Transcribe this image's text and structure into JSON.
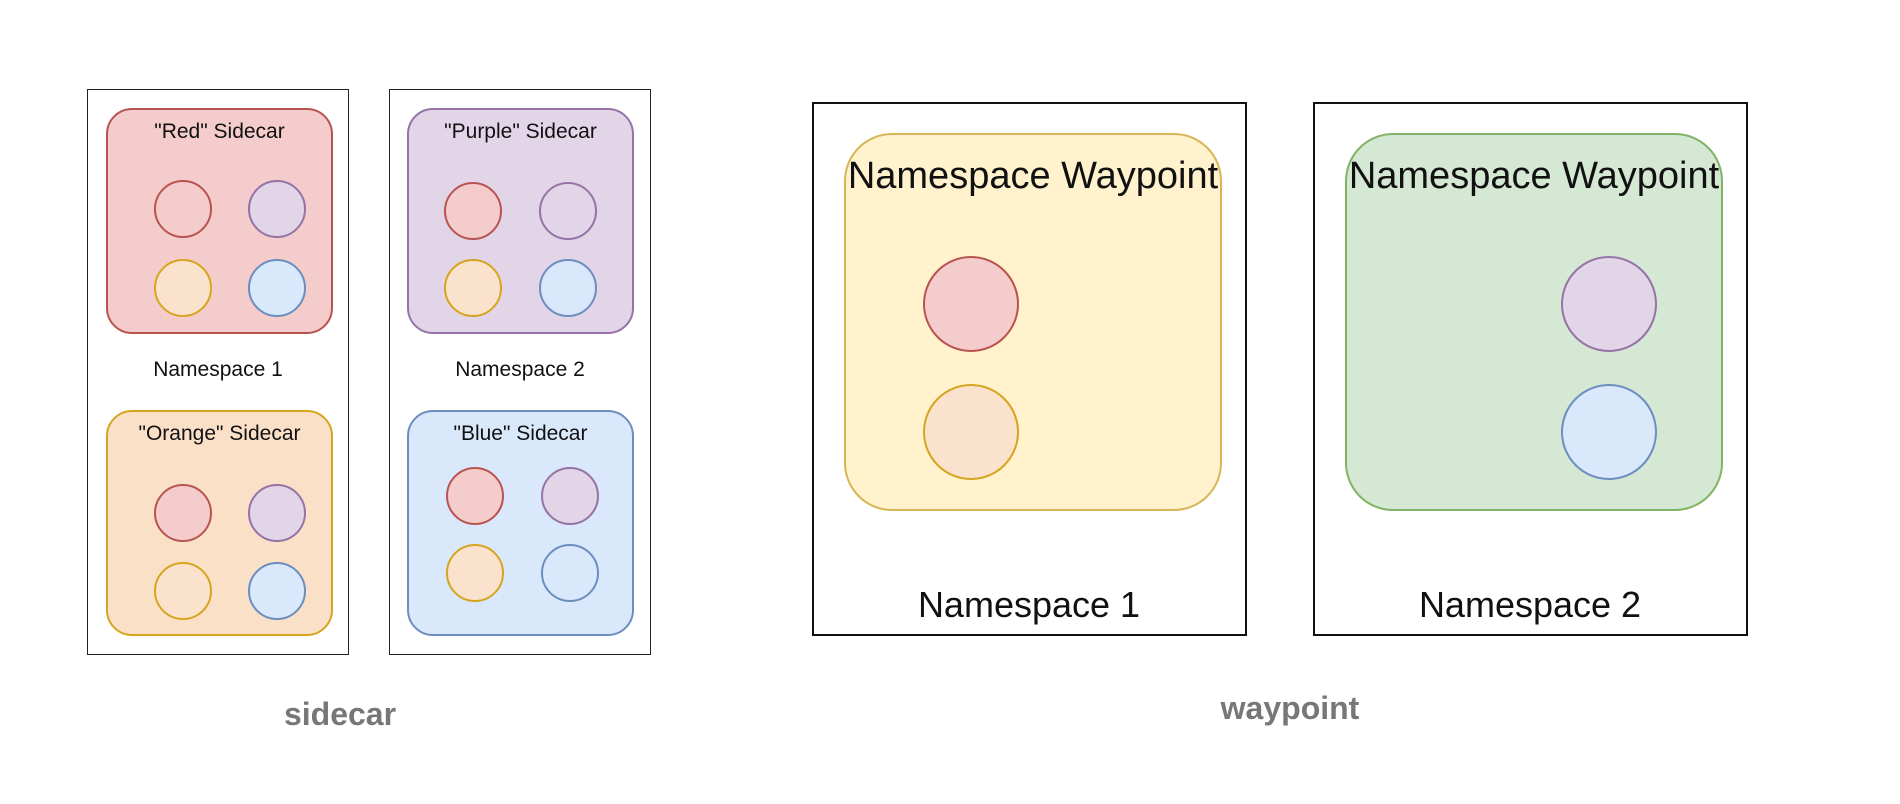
{
  "sidecar_section": {
    "caption": "sidecar",
    "namespaces": [
      {
        "label": "Namespace 1",
        "sidecars": [
          {
            "title": "\"Red\" Sidecar",
            "color": "red"
          },
          {
            "title": "\"Orange\" Sidecar",
            "color": "orange"
          }
        ]
      },
      {
        "label": "Namespace 2",
        "sidecars": [
          {
            "title": "\"Purple\" Sidecar",
            "color": "purple"
          },
          {
            "title": "\"Blue\" Sidecar",
            "color": "blue"
          }
        ]
      }
    ]
  },
  "waypoint_section": {
    "caption": "waypoint",
    "namespaces": [
      {
        "label": "Namespace 1",
        "waypoint_title": "Namespace Waypoint",
        "color": "yellow"
      },
      {
        "label": "Namespace 2",
        "waypoint_title": "Namespace Waypoint",
        "color": "green"
      }
    ]
  },
  "colors": {
    "red_fill": "#f5cccc",
    "red_stroke": "#b85450",
    "purple_fill": "#e2d5e8",
    "purple_stroke": "#9673a6",
    "orange_fill": "#fbe2cc",
    "orange_stroke": "#d6a51f",
    "blue_fill": "#dae8fc",
    "blue_stroke": "#6c8ebf",
    "yellow_fill": "#fff2cc",
    "yellow_stroke": "#d6b656",
    "green_fill": "#d5e8d4",
    "green_stroke": "#82b366"
  }
}
